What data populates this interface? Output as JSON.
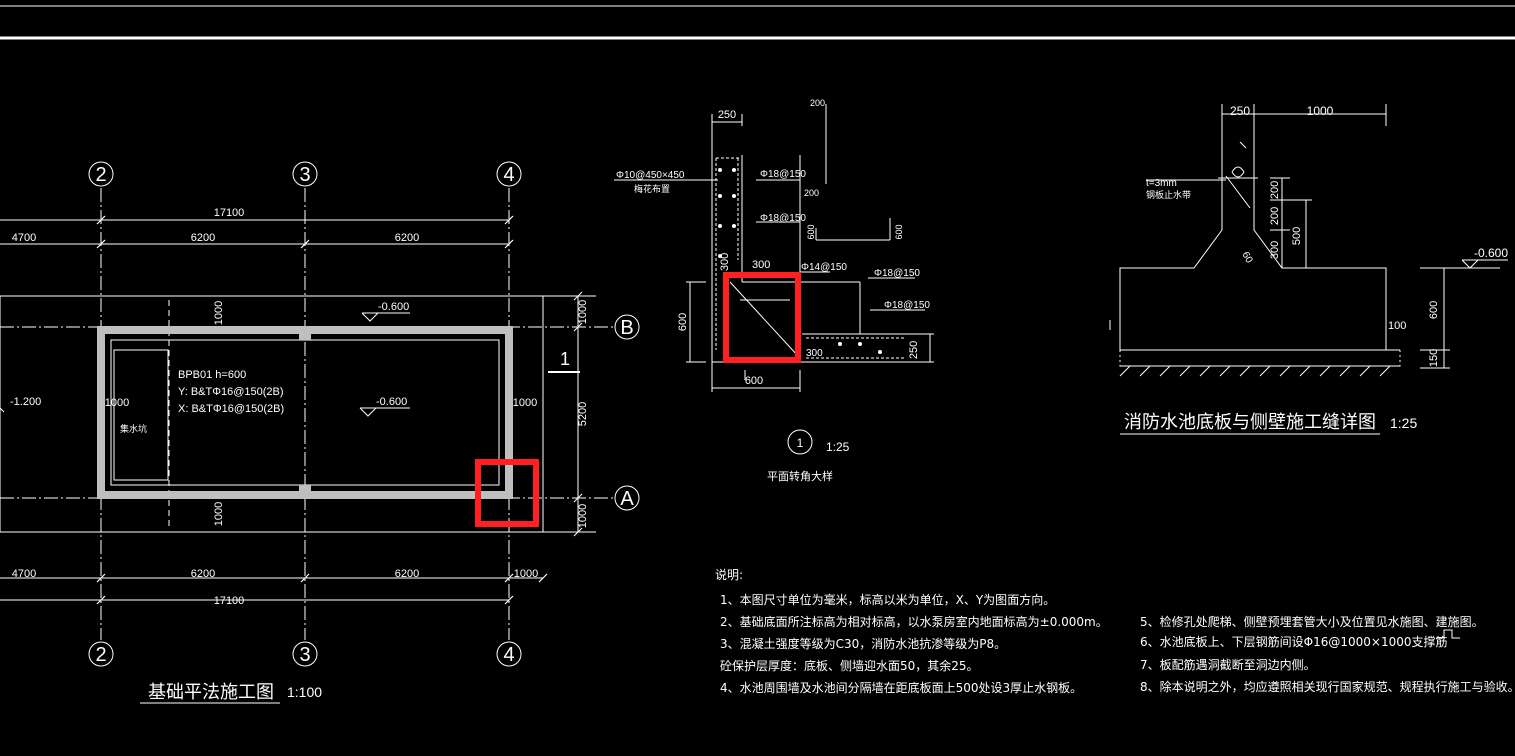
{
  "plan": {
    "title": "基础平法施工图",
    "scale": "1:100",
    "axes_top": [
      "2",
      "3",
      "4"
    ],
    "axes_bottom": [
      "2",
      "3",
      "4"
    ],
    "axes_right": [
      "B",
      "A"
    ],
    "dim_total_top": "17100",
    "dim_total_bottom": "17100",
    "dims_top": [
      "4700",
      "6200",
      "6200"
    ],
    "dims_bottom": [
      "4700",
      "6200",
      "6200",
      "1000"
    ],
    "dim_right_1": "1000",
    "dim_right_2": "5200",
    "dim_right_3": "1000",
    "dim_inner_top": "1000",
    "dim_inner_bottom": "1000",
    "dim_left_1000": "1000",
    "dim_right_1000": "1000",
    "elev_top": "-0.600",
    "elev_center": "-0.600",
    "elev_left": "-1.200",
    "slab_label": "BPB01 h=600",
    "slab_y": "Y: B&TΦ16@150(2B)",
    "slab_x": "X: B&TΦ16@150(2B)",
    "pit_label": "集水坑",
    "section_mark": "1"
  },
  "corner": {
    "title": "平面转角大样",
    "number": "1",
    "scale": "1:25",
    "d250": "250",
    "d200a": "200",
    "d200b": "200",
    "d600a": "600",
    "d600b": "600",
    "d300a": "300",
    "d300b": "300",
    "d600c": "600",
    "d600d": "600",
    "d250b": "250",
    "rebar1": "Φ10@450×450",
    "rebar1_note": "梅花布置",
    "rebar2": "Φ18@150",
    "rebar3": "Φ18@150",
    "rebar4": "Φ14@150",
    "rebar5": "Φ18@150",
    "rebar6": "Φ18@150"
  },
  "joint": {
    "title": "消防水池底板与侧壁施工缝详图",
    "scale": "1:25",
    "d250": "250",
    "d1000": "1000",
    "d200a": "200",
    "d200b": "200",
    "d300": "300",
    "d500": "500",
    "d600": "600",
    "d100": "100",
    "d150": "150",
    "d60": "60",
    "plate": "t=3mm",
    "plate_note": "钢板止水带",
    "elev": "-0.600"
  },
  "notes": {
    "heading": "说明:",
    "left": [
      "1、本图尺寸单位为毫米，标高以米为单位，X、Y为图面方向。",
      "2、基础底面所注标高为相对标高，以水泵房室内地面标高为±0.000m。",
      "3、混凝土强度等级为C30，消防水池抗渗等级为P8。",
      "    砼保护层厚度：底板、侧墙迎水面50，其余25。",
      "4、水池周围墙及水池间分隔墙在距底板面上500处设3厚止水钢板。"
    ],
    "right": [
      "5、检修孔处爬梯、侧壁预埋套管大小及位置见水施图、建施图。",
      "6、水池底板上、下层钢筋间设Φ16@1000×1000支撑筋",
      "7、板配筋遇洞截断至洞边内侧。",
      "8、除本说明之外，均应遵照相关现行国家规范、规程执行施工与验收。"
    ]
  },
  "colors": {
    "background": "#000000",
    "lines": "#ffffff",
    "highlight": "#ff2020"
  }
}
